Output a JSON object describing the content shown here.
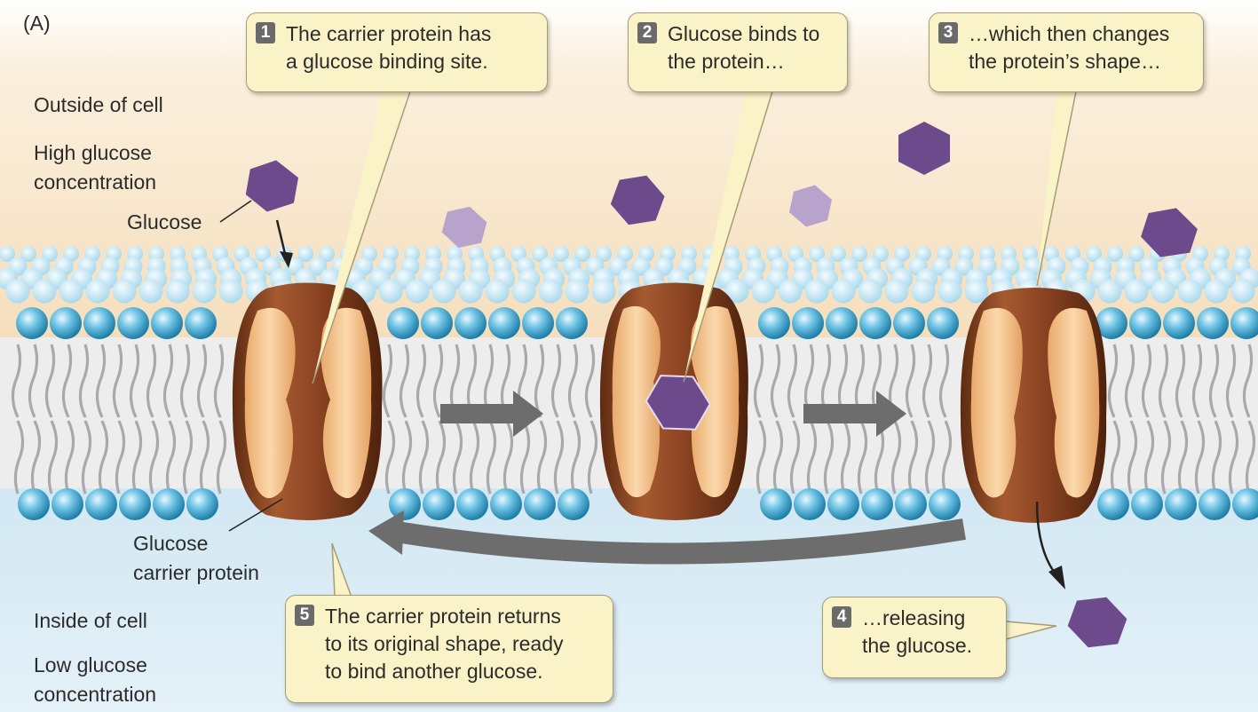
{
  "panel_label": "(A)",
  "labels": {
    "outside": "Outside of cell",
    "high_conc": [
      "High glucose",
      "concentration"
    ],
    "glucose": "Glucose",
    "carrier": [
      "Glucose",
      "carrier protein"
    ],
    "inside": "Inside of cell",
    "low_conc": [
      "Low glucose",
      "concentration"
    ]
  },
  "steps": [
    {
      "num": "1",
      "lines": [
        "The carrier protein has",
        "a glucose binding site."
      ]
    },
    {
      "num": "2",
      "lines": [
        "Glucose binds to",
        "the protein…"
      ]
    },
    {
      "num": "3",
      "lines": [
        "…which then changes",
        "the protein’s shape…"
      ]
    },
    {
      "num": "4",
      "lines": [
        "…releasing",
        "the glucose."
      ]
    },
    {
      "num": "5",
      "lines": [
        "The carrier protein returns",
        "to its original shape, ready",
        "to bind another glucose."
      ]
    }
  ],
  "colors": {
    "outside_bg": "#f6e2c2",
    "inside_bg": "#d8ecf5",
    "lipid_head": "#5fb8dc",
    "lipid_tail": "#b5b5b5",
    "protein_outer": "#8a4526",
    "protein_inner": "#f3c58e",
    "glucose": "#6d4a8c",
    "glucose_light": "#b7a3cc",
    "arrow": "#6d6d6d",
    "callout_fill": "#fbf3c8"
  }
}
